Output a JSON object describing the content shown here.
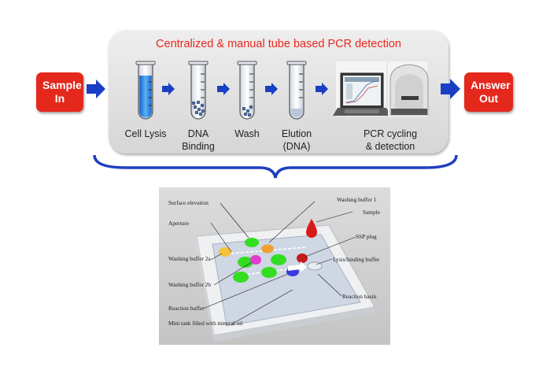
{
  "top_panel": {
    "title": "Centralized & manual tube based PCR detection",
    "input_label": "Sample In",
    "output_label": "Answer Out",
    "steps": [
      {
        "label_line1": "Cell Lysis",
        "label_line2": ""
      },
      {
        "label_line1": "DNA",
        "label_line2": "Binding"
      },
      {
        "label_line1": "Wash",
        "label_line2": ""
      },
      {
        "label_line1": "Elution",
        "label_line2": "(DNA)"
      },
      {
        "label_line1": "PCR cycling",
        "label_line2": "& detection"
      }
    ]
  },
  "chip_photo": {
    "callouts": {
      "surface_elevation": "Surface elevation",
      "aperture": "Aperture",
      "washing_buffer_2a": "Washing buffer 2a",
      "washing_buffer_2b": "Washing buffer 2b",
      "reaction_buffer": "Reaction buffer",
      "mini_tank": "Mini tank filled with mineral oil",
      "washing_buffer_1": "Washing buffer 1",
      "sample": "Sample",
      "ssp_plug": "SSP plug",
      "lysis_binding_buffer": "Lysis/binding buffer",
      "reaction_basin": "Reaction basin"
    }
  },
  "colors": {
    "accent_red": "#e4281c",
    "arrow_blue": "#1a3fc4",
    "brace_blue": "#1f3fbf",
    "pad_green": "#33dd22",
    "tube_liquid_blue": "#2a8fe0"
  }
}
